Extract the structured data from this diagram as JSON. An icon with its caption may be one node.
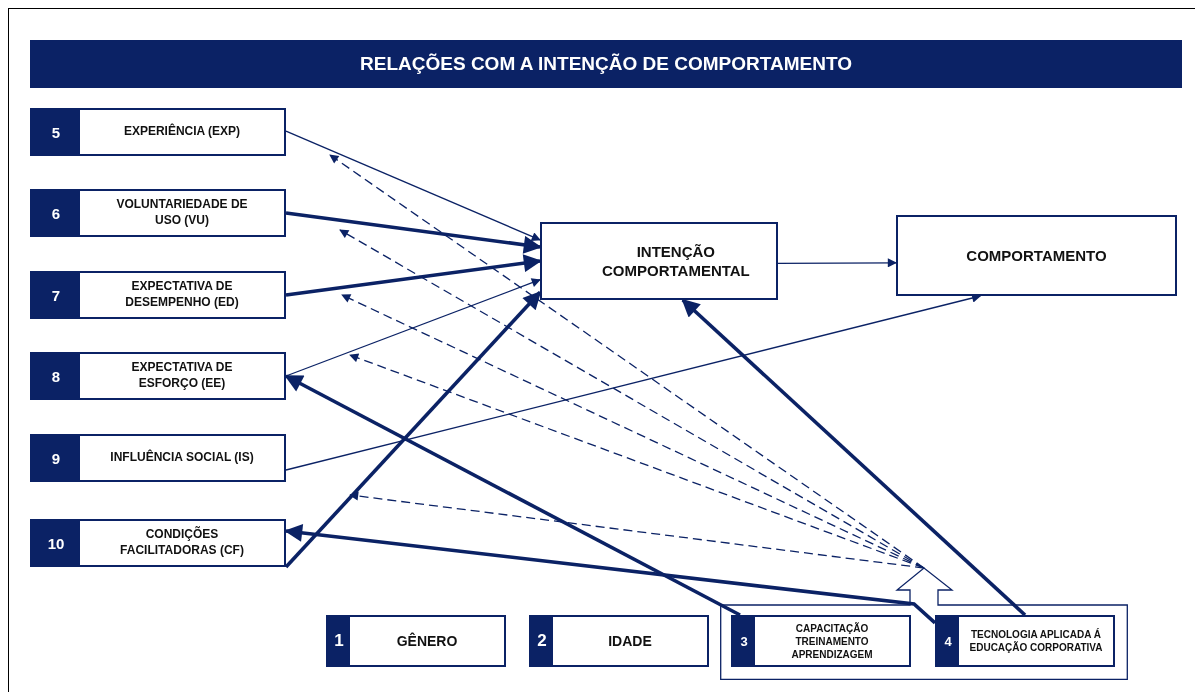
{
  "diagram": {
    "title": "RELAÇÕES COM A INTENÇÃO DE COMPORTAMENTO",
    "nodes": [
      {
        "text": [
          "5",
          "EXPERIÊNCIA (EXP)"
        ]
      },
      {
        "text": [
          "6",
          "VOLUNTARIEDADE DE USO (VU)"
        ]
      },
      {
        "text": [
          "7",
          "EXPECTATIVA DE DESEMPENHO (ED)"
        ]
      },
      {
        "text": [
          "INTENÇÃO COMPORTAMENTAL"
        ]
      },
      {
        "text": [
          "COMPORTAMENTO"
        ]
      },
      {
        "text": [
          "8",
          "EXPECTATIVA DE ESFORÇO (EE)"
        ]
      },
      {
        "text": [
          "9",
          "INFLUÊNCIA SOCIAL (IS)"
        ]
      },
      {
        "text": [
          "10",
          "CONDIÇÕES FACILITADORAS (CF)"
        ]
      },
      {
        "text": [
          "1",
          "GÊNERO"
        ]
      },
      {
        "text": [
          "2",
          "IDADE"
        ]
      },
      {
        "text": [],
        "shape": "box"
      },
      {
        "text": [
          "3",
          "CAPACITAÇÃO TREINAMENTO APRENDIZAGEM"
        ],
        "in": 10
      },
      {
        "text": [
          "4",
          "TECNOLOGIA APLICADA Á EDUCAÇÃO CORPORATIVA"
        ],
        "in": 10
      }
    ],
    "edges": [
      {
        "from": 0,
        "to": 3,
        "arrow": "to"
      },
      {
        "from": 1,
        "to": 3,
        "arrow": "to",
        "style": "thick"
      },
      {
        "from": 2,
        "to": 3,
        "arrow": "to",
        "style": "thick"
      },
      {
        "from": 5,
        "to": 3,
        "arrow": "to"
      },
      {
        "from": 7,
        "to": 3,
        "arrow": "to",
        "style": "thick"
      },
      {
        "from": 6,
        "to": 4,
        "arrow": "to"
      },
      {
        "from": 3,
        "to": 4,
        "arrow": "to"
      },
      {
        "from": 12,
        "to": 3,
        "arrow": "to",
        "style": "thick"
      },
      {
        "from": 11,
        "to": 5,
        "arrow": "to",
        "style": "thick"
      },
      {
        "from": 12,
        "to": 7,
        "arrow": "to",
        "style": "thick"
      },
      {
        "from": 10,
        "to": null,
        "arrow": "to",
        "style": "dashed"
      },
      {
        "from": 10,
        "to": null,
        "arrow": "to",
        "style": "dashed"
      },
      {
        "from": 10,
        "to": null,
        "arrow": "to",
        "style": "dashed"
      },
      {
        "from": 10,
        "to": null,
        "arrow": "to",
        "style": "dashed"
      },
      {
        "from": 10,
        "to": null,
        "arrow": "to",
        "style": "dashed"
      }
    ]
  }
}
